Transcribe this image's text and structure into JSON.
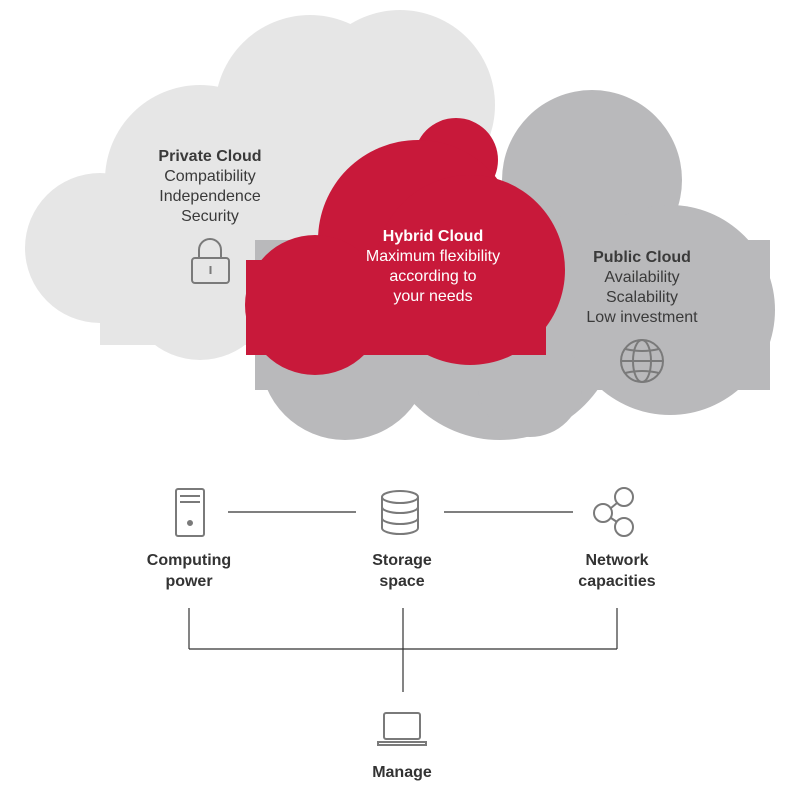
{
  "private_cloud": {
    "title": "Private Cloud",
    "lines": [
      "Compatibility",
      "Independence",
      "Security"
    ],
    "icon": "lock-icon"
  },
  "hybrid_cloud": {
    "title": "Hybrid Cloud",
    "lines": [
      "Maximum flexibility",
      "according to",
      "your needs"
    ]
  },
  "public_cloud": {
    "title": "Public Cloud",
    "lines": [
      "Availability",
      "Scalability",
      "Low investment"
    ],
    "icon": "globe-icon"
  },
  "resources": [
    {
      "line1": "Computing",
      "line2": "power",
      "icon": "server-icon"
    },
    {
      "line1": "Storage",
      "line2": "space",
      "icon": "database-icon"
    },
    {
      "line1": "Network",
      "line2": "capacities",
      "icon": "share-icon"
    }
  ],
  "manage": {
    "label": "Manage",
    "icon": "laptop-icon"
  },
  "colors": {
    "private": "#e6e6e6",
    "public": "#b9b9bb",
    "hybrid": "#c8193a",
    "icon": "#7a7a7a",
    "line": "#333333"
  }
}
